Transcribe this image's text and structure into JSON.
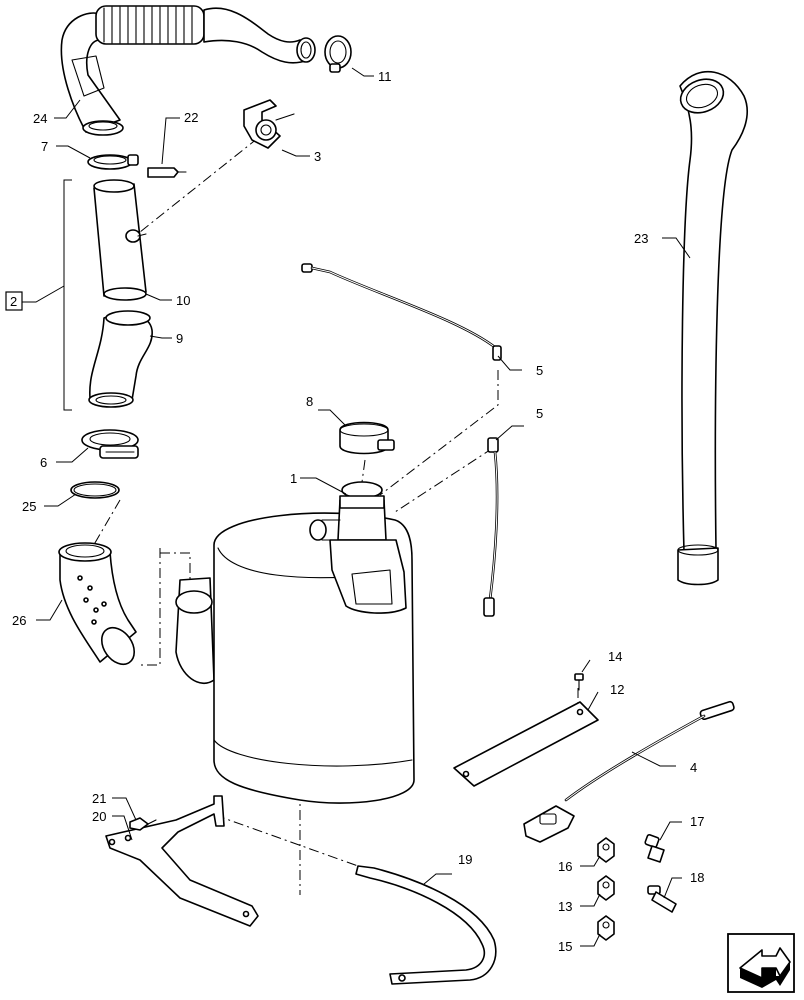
{
  "callouts": [
    {
      "id": "1",
      "label": "1"
    },
    {
      "id": "2",
      "label": "2"
    },
    {
      "id": "3",
      "label": "3"
    },
    {
      "id": "4",
      "label": "4"
    },
    {
      "id": "5a",
      "label": "5"
    },
    {
      "id": "5b",
      "label": "5"
    },
    {
      "id": "6",
      "label": "6"
    },
    {
      "id": "7",
      "label": "7"
    },
    {
      "id": "8",
      "label": "8"
    },
    {
      "id": "9",
      "label": "9"
    },
    {
      "id": "10",
      "label": "10"
    },
    {
      "id": "11",
      "label": "11"
    },
    {
      "id": "12",
      "label": "12"
    },
    {
      "id": "13",
      "label": "13"
    },
    {
      "id": "14",
      "label": "14"
    },
    {
      "id": "15",
      "label": "15"
    },
    {
      "id": "16",
      "label": "16"
    },
    {
      "id": "17",
      "label": "17"
    },
    {
      "id": "18",
      "label": "18"
    },
    {
      "id": "19",
      "label": "19"
    },
    {
      "id": "20",
      "label": "20"
    },
    {
      "id": "21",
      "label": "21"
    },
    {
      "id": "22",
      "label": "22"
    },
    {
      "id": "23",
      "label": "23"
    },
    {
      "id": "24",
      "label": "24"
    },
    {
      "id": "25",
      "label": "25"
    },
    {
      "id": "26",
      "label": "26"
    }
  ],
  "icons": {
    "navigation": "next-page-arrow-icon"
  }
}
